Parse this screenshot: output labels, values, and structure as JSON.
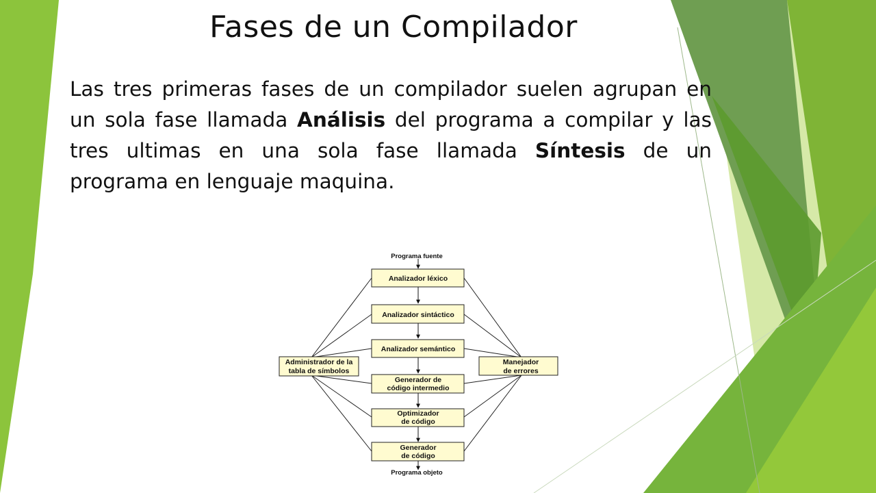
{
  "slide": {
    "title": "Fases de un Compilador",
    "paragraph": {
      "t1": "Las tres primeras fases de un compilador suelen agrupan en un sola fase llamada ",
      "b1": "Análisis",
      "t2": " del programa a compilar y las tres ultimas en una sola fase llamada ",
      "b2": "Síntesis",
      "t3": " de un programa en lenguaje maquina."
    }
  },
  "diagram": {
    "source_label": "Programa fuente",
    "target_label": "Programa objeto",
    "phases": [
      {
        "line1": "Analizador léxico",
        "line2": ""
      },
      {
        "line1": "Analizador sintáctico",
        "line2": ""
      },
      {
        "line1": "Analizador semántico",
        "line2": ""
      },
      {
        "line1": "Generador de",
        "line2": "código intermedio"
      },
      {
        "line1": "Optimizador",
        "line2": "de código"
      },
      {
        "line1": "Generador",
        "line2": "de código"
      }
    ],
    "symbol_table": {
      "line1": "Administrador de la",
      "line2": "tabla de símbolos"
    },
    "error_handler": {
      "line1": "Manejador",
      "line2": "de errores"
    }
  },
  "colors": {
    "accent_light": "#d6e9a8",
    "accent_mid": "#8cc43c",
    "accent_dark": "#5c9a2e",
    "box_fill": "#fffbd0"
  }
}
